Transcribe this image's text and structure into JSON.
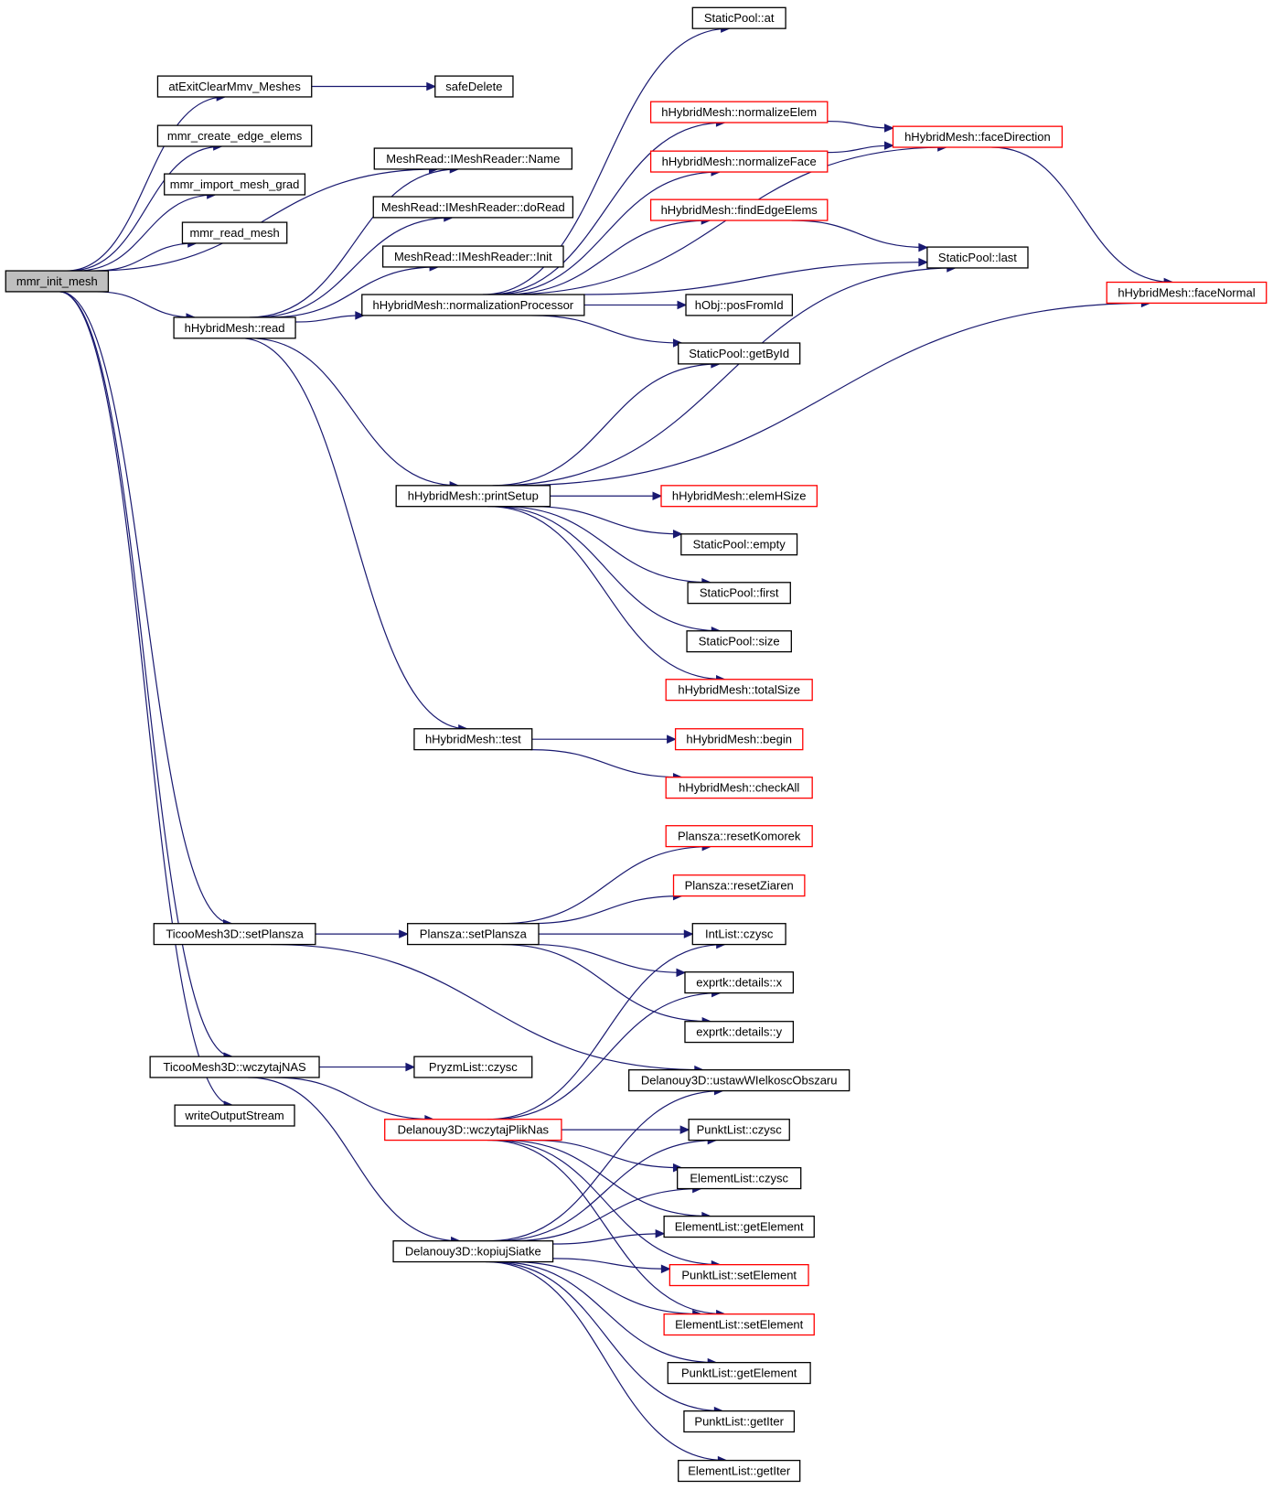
{
  "colors": {
    "edge": "#191970",
    "normal_border": "#000000",
    "truncated_border": "#ff0000",
    "root_fill": "#bfbfbf",
    "node_fill": "#ffffff"
  },
  "nodes": [
    {
      "id": "root",
      "label": "mmr_init_mesh",
      "style": "root"
    },
    {
      "id": "atExit",
      "label": "atExitClearMmv_Meshes",
      "style": "normal"
    },
    {
      "id": "safeDelete",
      "label": "safeDelete",
      "style": "normal"
    },
    {
      "id": "edgeElems",
      "label": "mmr_create_edge_elems",
      "style": "normal"
    },
    {
      "id": "importGrad",
      "label": "mmr_import_mesh_grad",
      "style": "normal"
    },
    {
      "id": "readMesh",
      "label": "mmr_read_mesh",
      "style": "normal"
    },
    {
      "id": "hRead",
      "label": "hHybridMesh::read",
      "style": "normal"
    },
    {
      "id": "mrName",
      "label": "MeshRead::IMeshReader::Name",
      "style": "normal"
    },
    {
      "id": "mrDoRead",
      "label": "MeshRead::IMeshReader::doRead",
      "style": "normal"
    },
    {
      "id": "mrInit",
      "label": "MeshRead::IMeshReader::Init",
      "style": "normal"
    },
    {
      "id": "normProc",
      "label": "hHybridMesh::normalizationProcessor",
      "style": "normal"
    },
    {
      "id": "spAt",
      "label": "StaticPool::at",
      "style": "normal"
    },
    {
      "id": "normElem",
      "label": "hHybridMesh::normalizeElem",
      "style": "truncated"
    },
    {
      "id": "normFace",
      "label": "hHybridMesh::normalizeFace",
      "style": "truncated"
    },
    {
      "id": "findEdge",
      "label": "hHybridMesh::findEdgeElems",
      "style": "truncated"
    },
    {
      "id": "faceDir",
      "label": "hHybridMesh::faceDirection",
      "style": "truncated"
    },
    {
      "id": "faceNormal",
      "label": "hHybridMesh::faceNormal",
      "style": "truncated"
    },
    {
      "id": "spLast",
      "label": "StaticPool::last",
      "style": "normal"
    },
    {
      "id": "posFromId",
      "label": "hObj::posFromId",
      "style": "normal"
    },
    {
      "id": "spGetById",
      "label": "StaticPool::getById",
      "style": "normal"
    },
    {
      "id": "printSetup",
      "label": "hHybridMesh::printSetup",
      "style": "normal"
    },
    {
      "id": "elemHSize",
      "label": "hHybridMesh::elemHSize",
      "style": "truncated"
    },
    {
      "id": "spEmpty",
      "label": "StaticPool::empty",
      "style": "normal"
    },
    {
      "id": "spFirst",
      "label": "StaticPool::first",
      "style": "normal"
    },
    {
      "id": "spSize",
      "label": "StaticPool::size",
      "style": "normal"
    },
    {
      "id": "totalSize",
      "label": "hHybridMesh::totalSize",
      "style": "truncated"
    },
    {
      "id": "hTest",
      "label": "hHybridMesh::test",
      "style": "normal"
    },
    {
      "id": "hBegin",
      "label": "hHybridMesh::begin",
      "style": "truncated"
    },
    {
      "id": "checkAll",
      "label": "hHybridMesh::checkAll",
      "style": "truncated"
    },
    {
      "id": "resetKom",
      "label": "Plansza::resetKomorek",
      "style": "truncated"
    },
    {
      "id": "resetZia",
      "label": "Plansza::resetZiaren",
      "style": "truncated"
    },
    {
      "id": "ticooSet",
      "label": "TicooMesh3D::setPlansza",
      "style": "normal"
    },
    {
      "id": "planszaSet",
      "label": "Plansza::setPlansza",
      "style": "normal"
    },
    {
      "id": "intCzysc",
      "label": "IntList::czysc",
      "style": "normal"
    },
    {
      "id": "exX",
      "label": "exprtk::details::x",
      "style": "normal"
    },
    {
      "id": "exY",
      "label": "exprtk::details::y",
      "style": "normal"
    },
    {
      "id": "ustaw",
      "label": "Delanouy3D::ustawWIelkoscObszaru",
      "style": "normal"
    },
    {
      "id": "ticooNas",
      "label": "TicooMesh3D::wczytajNAS",
      "style": "normal"
    },
    {
      "id": "pryzm",
      "label": "PryzmList::czysc",
      "style": "normal"
    },
    {
      "id": "writeOut",
      "label": "writeOutputStream",
      "style": "normal"
    },
    {
      "id": "wczytajPlik",
      "label": "Delanouy3D::wczytajPlikNas",
      "style": "truncated"
    },
    {
      "id": "kopiuj",
      "label": "Delanouy3D::kopiujSiatke",
      "style": "normal"
    },
    {
      "id": "pkCzysc",
      "label": "PunktList::czysc",
      "style": "normal"
    },
    {
      "id": "elCzysc",
      "label": "ElementList::czysc",
      "style": "normal"
    },
    {
      "id": "elGetEl",
      "label": "ElementList::getElement",
      "style": "normal"
    },
    {
      "id": "pkSetEl",
      "label": "PunktList::setElement",
      "style": "truncated"
    },
    {
      "id": "elSetEl",
      "label": "ElementList::setElement",
      "style": "truncated"
    },
    {
      "id": "pkGetEl",
      "label": "PunktList::getElement",
      "style": "normal"
    },
    {
      "id": "pkGetIter",
      "label": "PunktList::getIter",
      "style": "normal"
    },
    {
      "id": "elGetIter",
      "label": "ElementList::getIter",
      "style": "normal"
    }
  ]
}
